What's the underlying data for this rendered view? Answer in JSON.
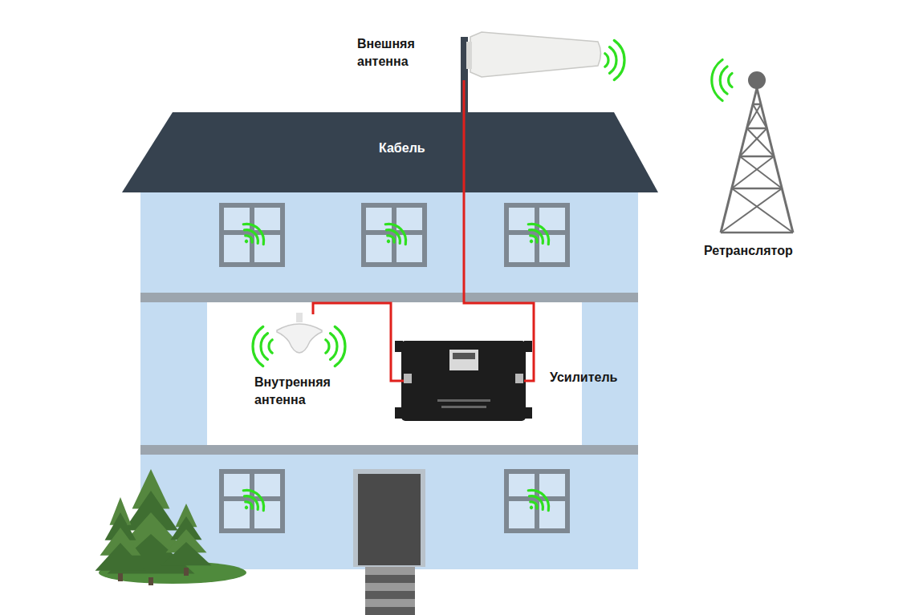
{
  "diagram": {
    "nodes": [
      {
        "text": [
          "Внешняя антенна"
        ]
      },
      {
        "text": [
          "Ретранслятор"
        ]
      },
      {
        "text": [
          "Внутренняя антенна"
        ]
      },
      {
        "text": [
          "Усилитель"
        ]
      }
    ],
    "edges": [
      {
        "from": 0,
        "to": 3,
        "arrow": "none"
      },
      {
        "from": 3,
        "to": 2,
        "arrow": "none"
      }
    ],
    "labels": [
      "Кабель"
    ]
  }
}
